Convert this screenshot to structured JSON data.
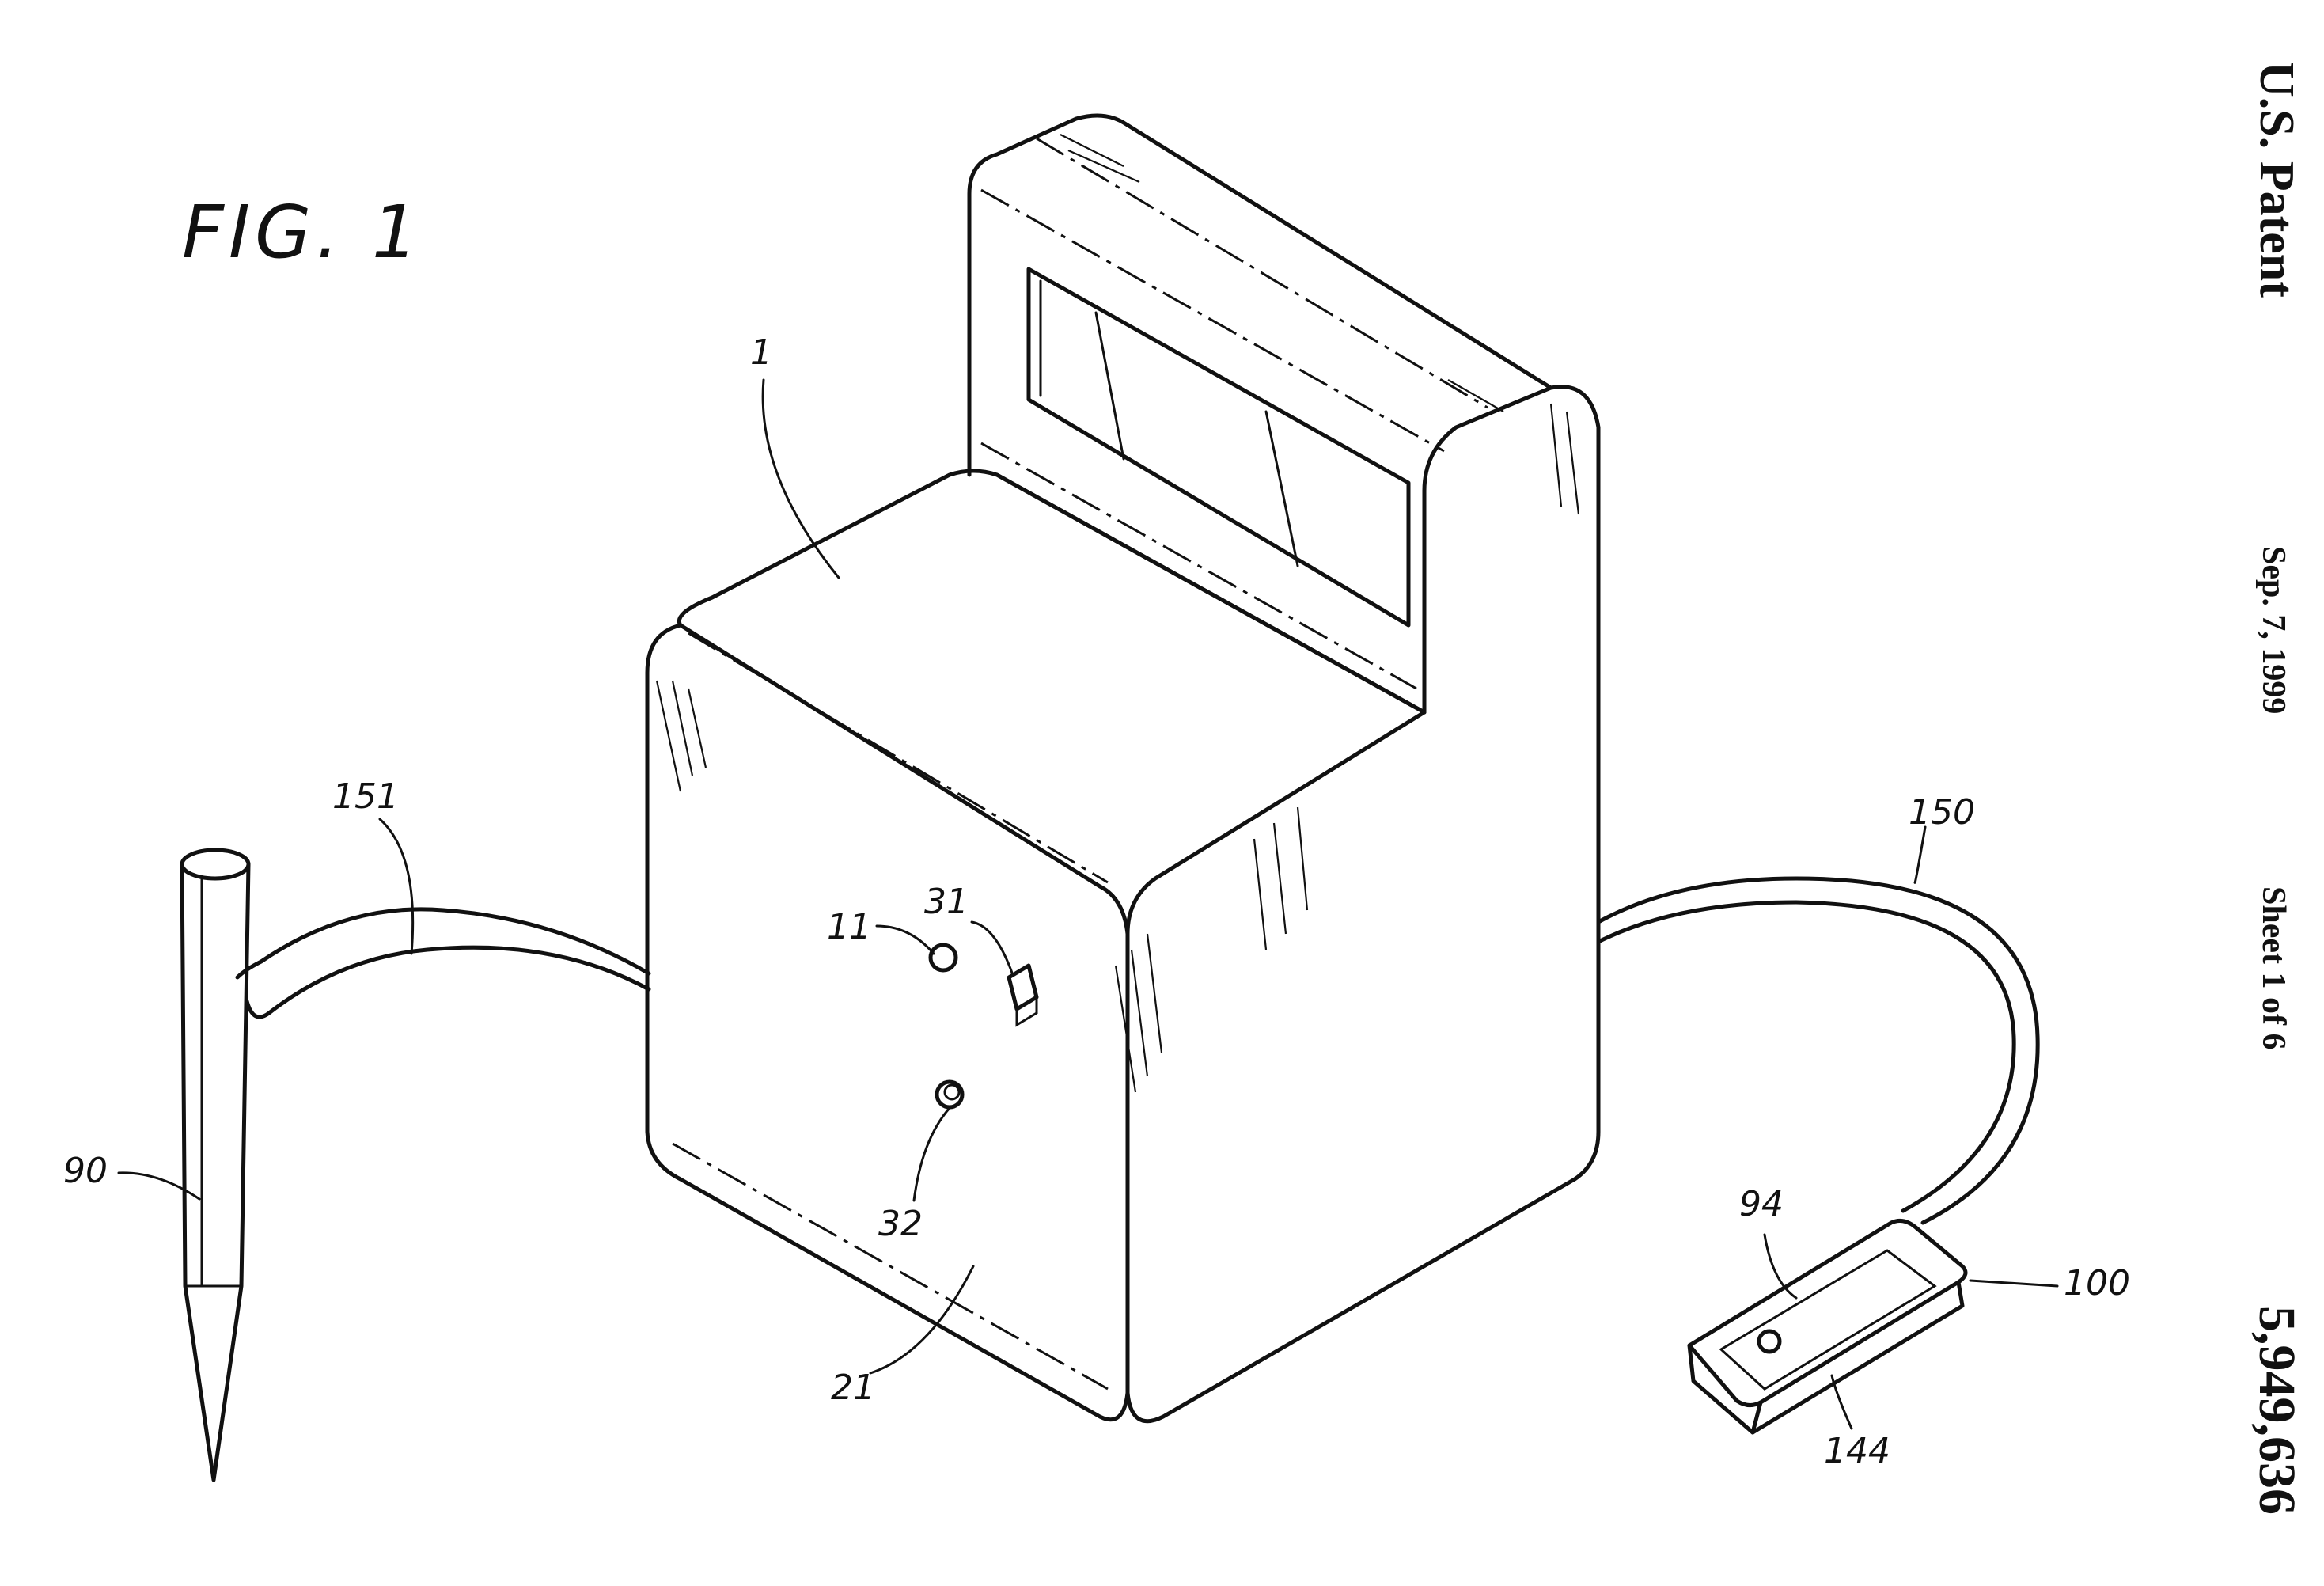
{
  "figure": {
    "title": "FIG.  1"
  },
  "header": {
    "patent_label": "U.S. Patent",
    "date": "Sep. 7, 1999",
    "sheet": "Sheet 1 of 6",
    "patent_number": "5,949,636"
  },
  "reference_numerals": {
    "housing": "1",
    "front_panel": "21",
    "button_11": "11",
    "switch_31": "31",
    "knob_32": "32",
    "stake": "90",
    "stake_cable": "151",
    "pad_cable": "150",
    "pad_top": "94",
    "pad": "100",
    "pad_base": "144"
  }
}
